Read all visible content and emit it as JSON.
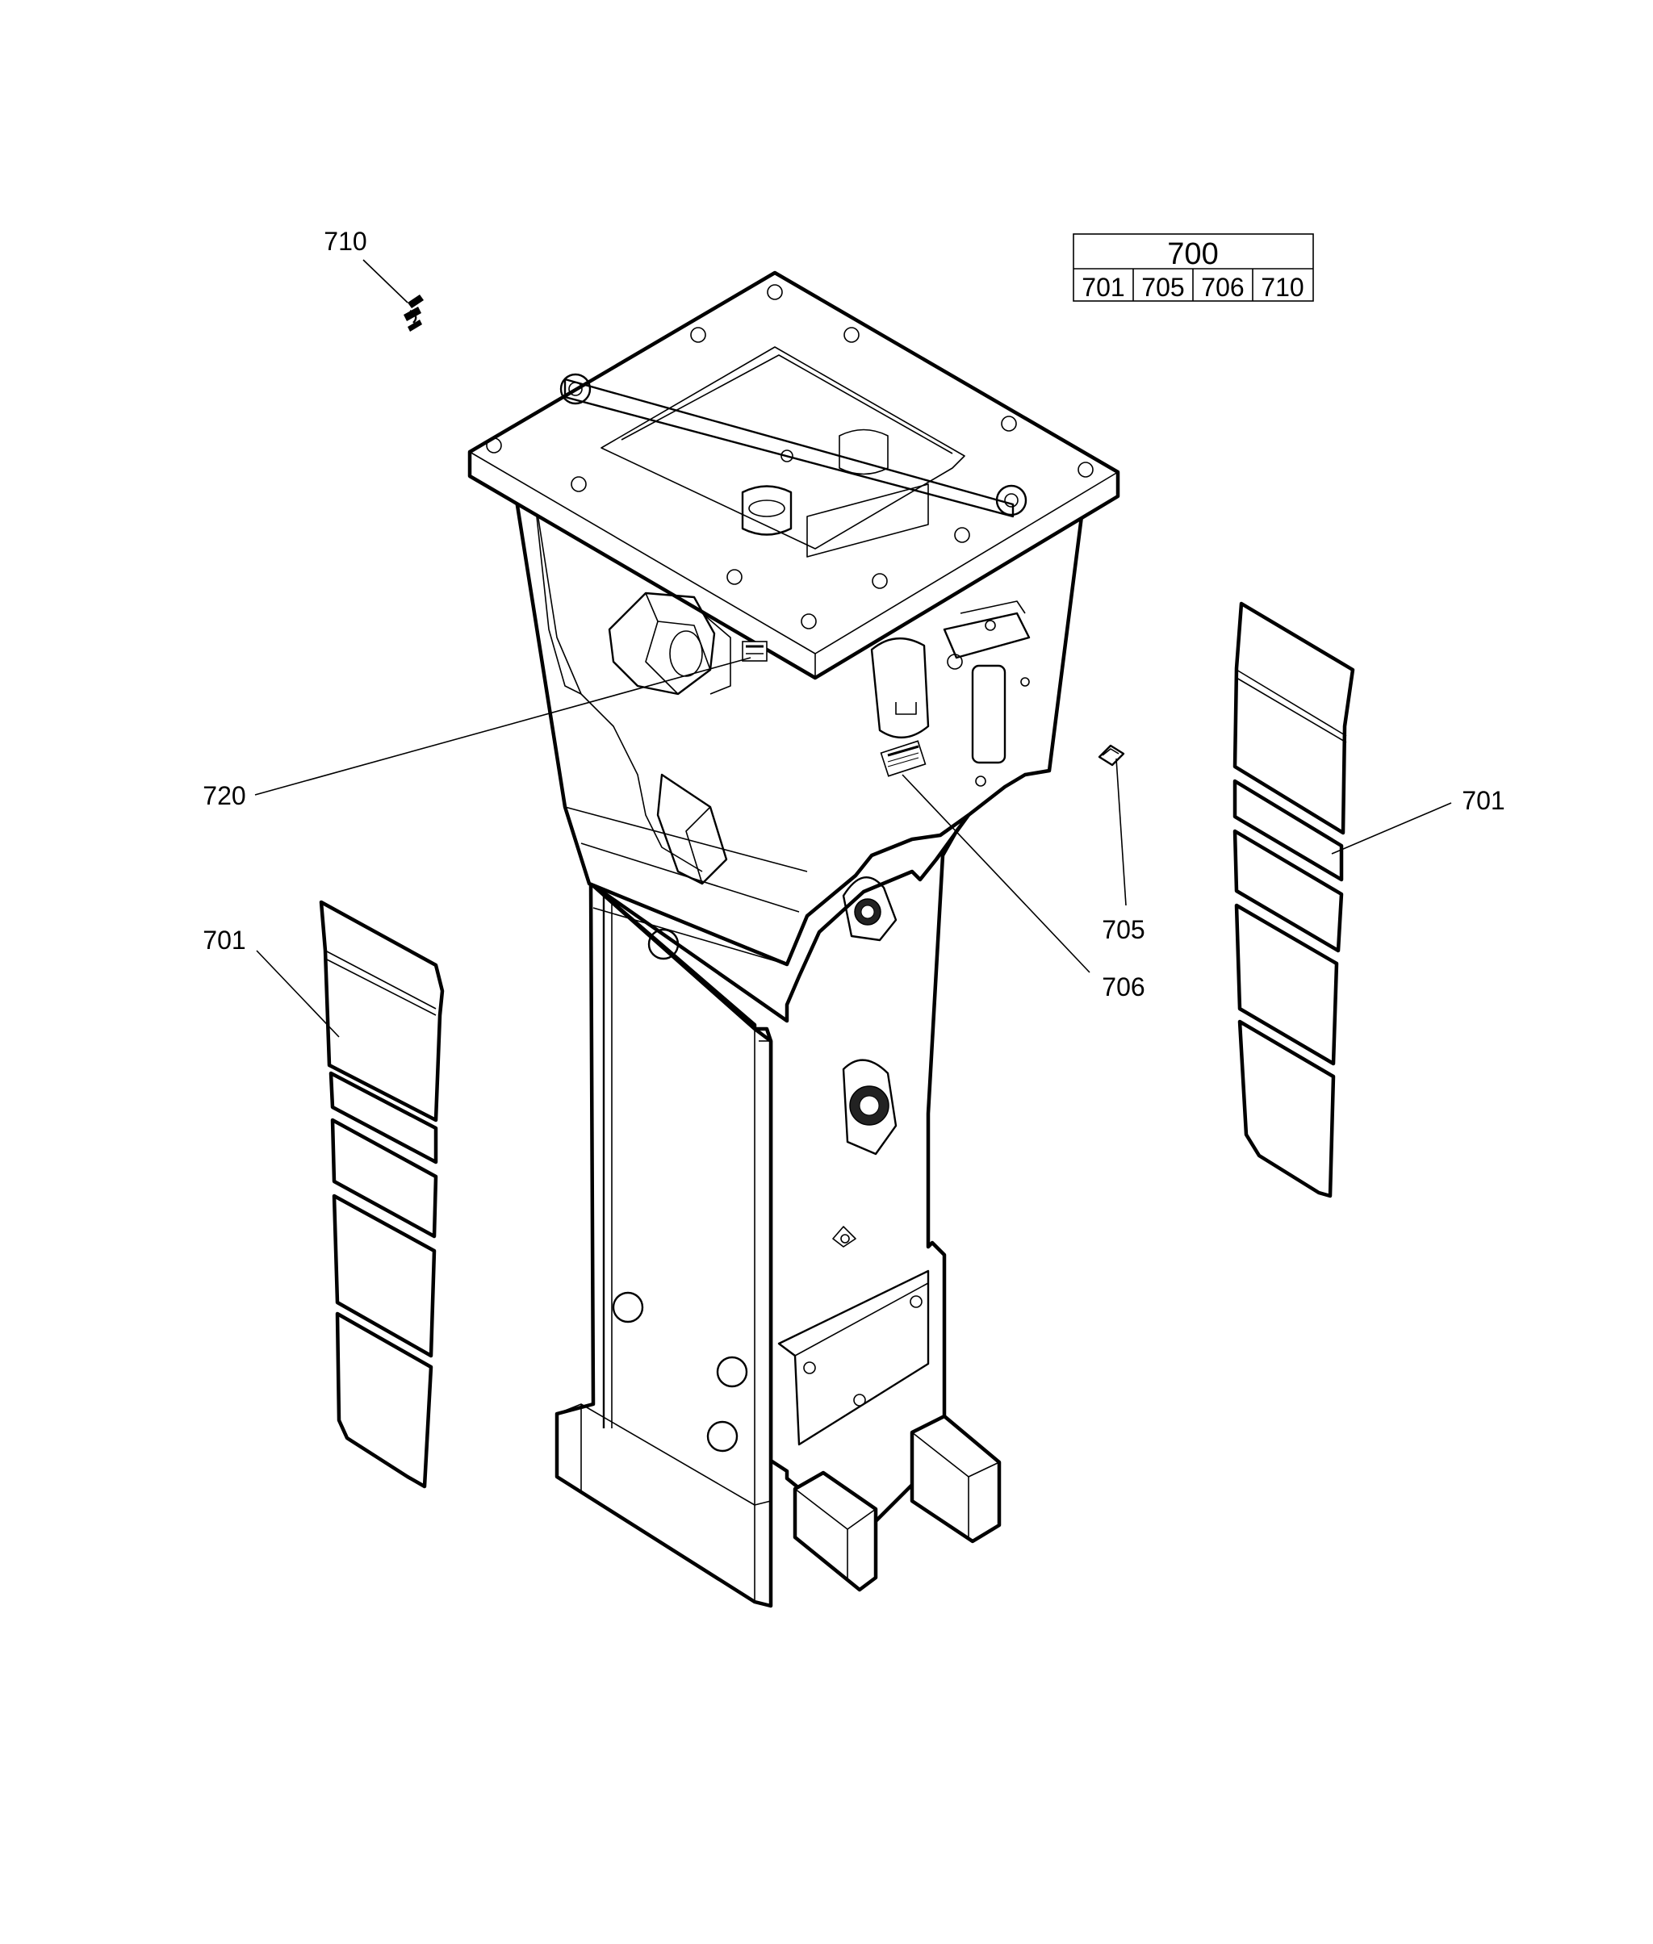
{
  "table": {
    "header": "700",
    "cells": [
      "701",
      "705",
      "706",
      "710"
    ]
  },
  "callouts": {
    "c710": "710",
    "c720": "720",
    "c701_left": "701",
    "c701_right": "701",
    "c705": "705",
    "c706": "706"
  }
}
